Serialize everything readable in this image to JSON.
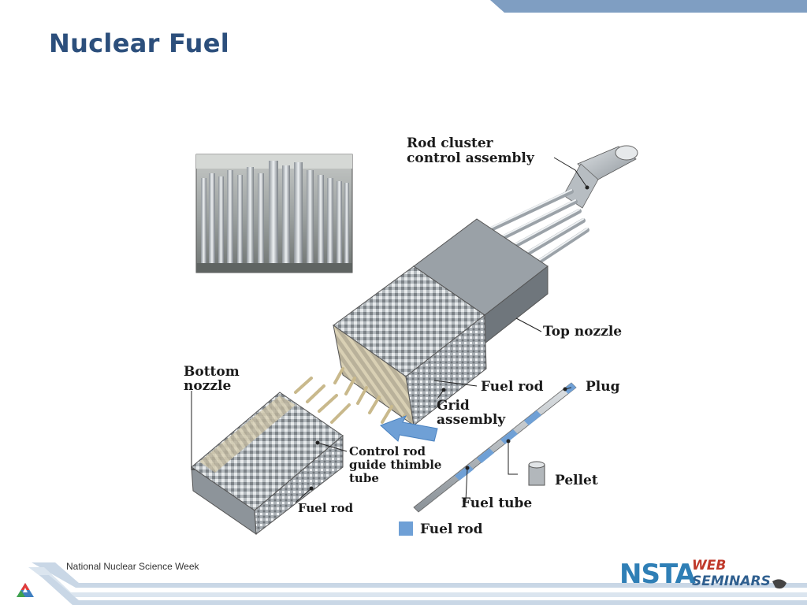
{
  "slide": {
    "title": "Nuclear Fuel",
    "colors": {
      "title": "#2c4f7c",
      "accent_band": "#7f9ec2",
      "footer_band": "#c9d7e6"
    }
  },
  "figure": {
    "labels": {
      "rcca_line1": "Rod cluster",
      "rcca_line2": "control assembly",
      "top_nozzle": "Top nozzle",
      "bottom_nozzle_line1": "Bottom",
      "bottom_nozzle_line2": "nozzle",
      "fuel_rod_upper": "Fuel rod",
      "plug": "Plug",
      "grid_line1": "Grid",
      "grid_line2": "assembly",
      "guide_line1": "Control rod",
      "guide_line2": "guide thimble",
      "guide_line3": "tube",
      "pellet": "Pellet",
      "fuel_tube": "Fuel tube",
      "fuel_rod_lower": "Fuel rod",
      "legend_fuel_rod": "Fuel rod"
    }
  },
  "footer": {
    "text": "National Nuclear Science Week",
    "logo": {
      "brand": "NSTA",
      "line1": "WEB",
      "line2": "SEMINARS"
    }
  }
}
